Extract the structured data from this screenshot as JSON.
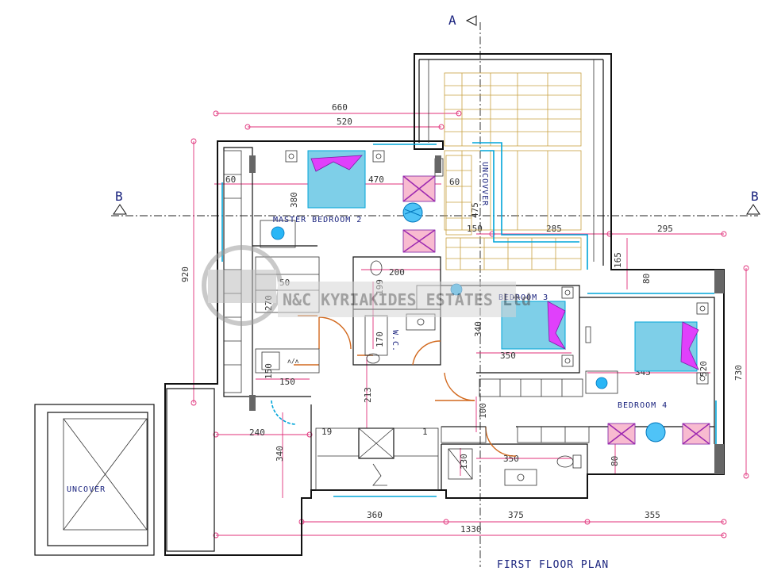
{
  "plan": {
    "title": "FIRST FLOOR PLAN",
    "section_a": "A",
    "section_b_left": "B",
    "section_b_right": "B",
    "watermark": "N&C KYRIAKIDES ESTATES Ltd",
    "rooms": {
      "master": "MASTER BEDROOM 2",
      "bed3": "BEDROOM 3",
      "bed4": "BEDROOM 4",
      "uncover_left": "UNCOVER",
      "uncover_vertical": "UNCOVVER",
      "wc": "W.C."
    },
    "dims": {
      "d660": "660",
      "d520": "520",
      "d470": "470",
      "d60": "60",
      "d380": "380",
      "d920": "920",
      "d475": "475",
      "d150a": "150",
      "d285": "285",
      "d295": "295",
      "d165": "165",
      "d80a": "80",
      "d200": "200",
      "d350a": "350",
      "d340a": "340",
      "d199": "199",
      "d170": "170",
      "d270": "270",
      "d50": "50",
      "d150b": "150",
      "d150c": "150",
      "d213": "213",
      "d100": "100",
      "d345": "345",
      "d520b": "520",
      "d730": "730",
      "d240": "240",
      "d340b": "340",
      "d19": "19",
      "d1": "1",
      "d350b": "350",
      "d130": "130",
      "d80b": "80",
      "d360": "360",
      "d375": "375",
      "d355": "355",
      "d1330": "1330"
    }
  }
}
